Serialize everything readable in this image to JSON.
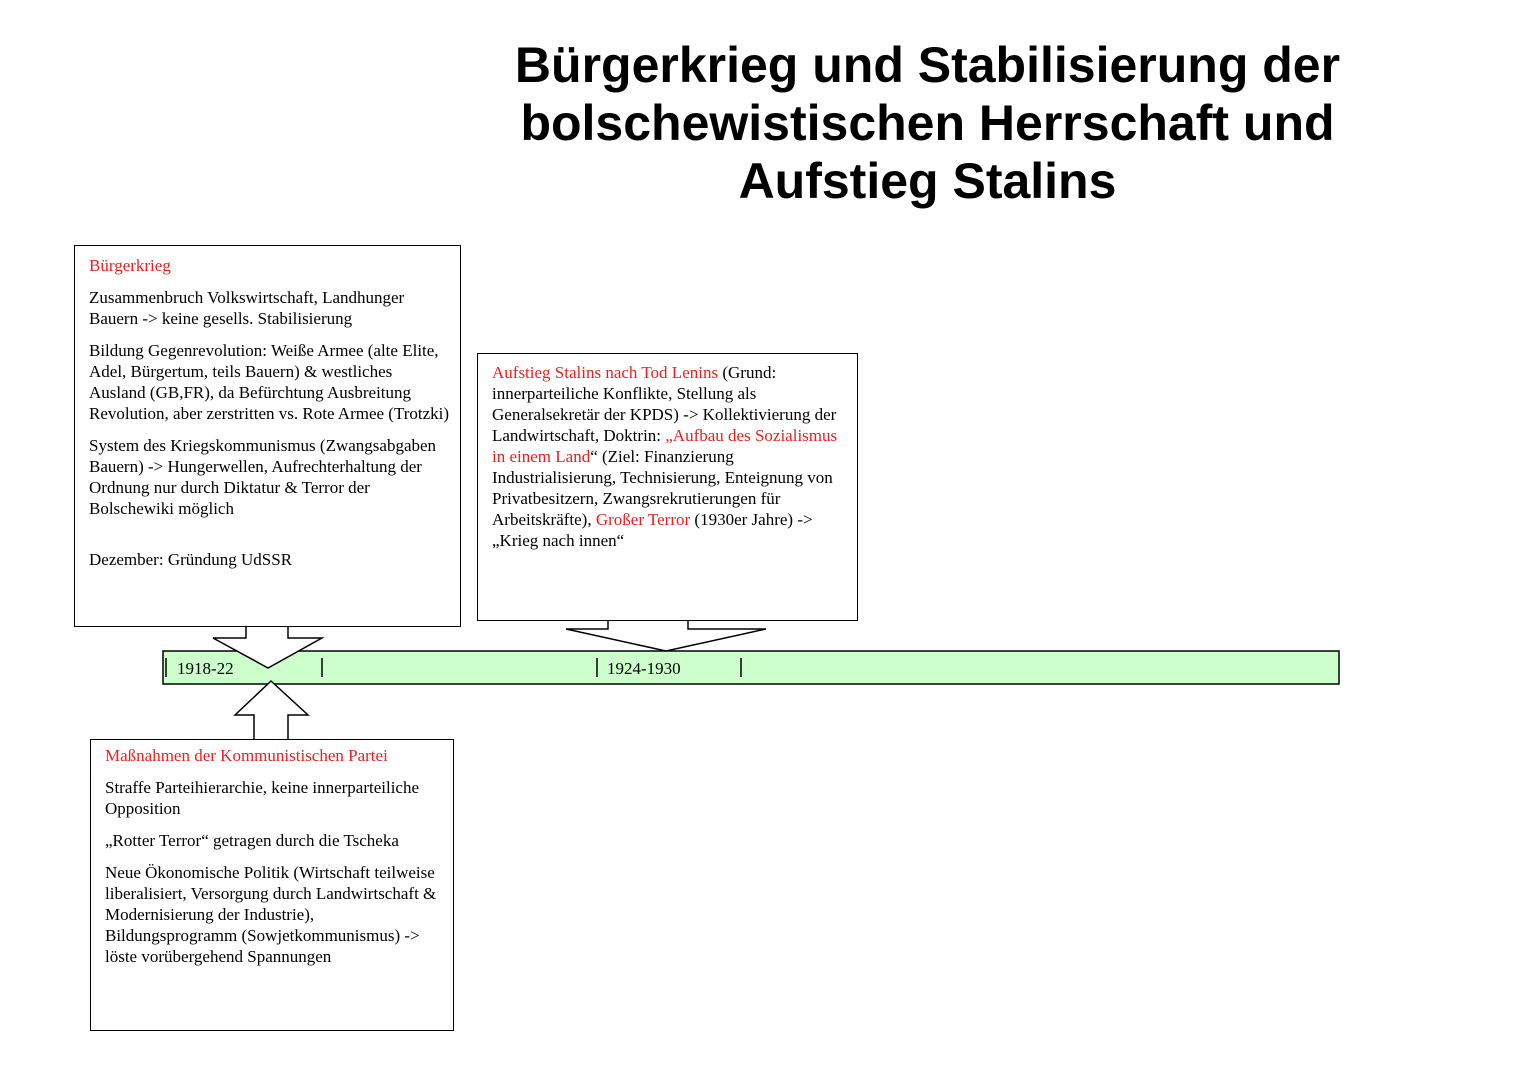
{
  "title": {
    "line1": "Bürgerkrieg und Stabilisierung der",
    "line2": "bolschewistischen Herrschaft und",
    "line3": "Aufstieg Stalins"
  },
  "timeline": {
    "bar_color": "#ccffcc",
    "labels": [
      "1918-22",
      "1924-1930"
    ]
  },
  "box_buergerkrieg": {
    "heading": "Bürgerkrieg",
    "p1": "Zusammenbruch Volkswirtschaft, Landhunger Bauern -> keine gesells. Stabilisierung",
    "p2": "Bildung Gegenrevolution: Weiße Armee (alte Elite, Adel, Bürgertum, teils Bauern) & westliches Ausland (GB,FR), da Befürchtung Ausbreitung Revolution, aber zerstritten vs. Rote Armee (Trotzki)",
    "p3": "System des Kriegskommunismus (Zwangsabgaben Bauern) -> Hungerwellen, Aufrechterhaltung der Ordnung nur durch Diktatur & Terror der Bolschewiki möglich",
    "p4": "Dezember: Gründung UdSSR"
  },
  "box_stalin": {
    "seg1": "Aufstieg Stalins nach Tod Lenins",
    "seg2": " (Grund: innerparteiliche Konflikte, Stellung als Generalsekretär der KPDS) -> Kollektivierung der Landwirtschaft, Doktrin: ",
    "seg3": "„Aufbau des Sozialismus in einem Land",
    "seg4": "“ (Ziel: Finanzierung Industrialisierung, Technisierung, Enteignung von Privatbesitzern, Zwangsrekrutierungen für Arbeitskräfte), ",
    "seg5": "Großer Terror",
    "seg6": " (1930er Jahre) -> „Krieg nach innen“"
  },
  "box_partei": {
    "heading": "Maßnahmen der Kommunistischen Partei",
    "p1": "Straffe Parteihierarchie, keine innerparteiliche Opposition",
    "p2": "„Rotter Terror“ getragen durch die Tscheka",
    "p3": "Neue Ökonomische Politik (Wirtschaft teilweise liberalisiert, Versorgung durch Landwirtschaft & Modernisierung der Industrie), Bildungsprogramm (Sowjetkommunismus) -> löste vorübergehend Spannungen"
  }
}
